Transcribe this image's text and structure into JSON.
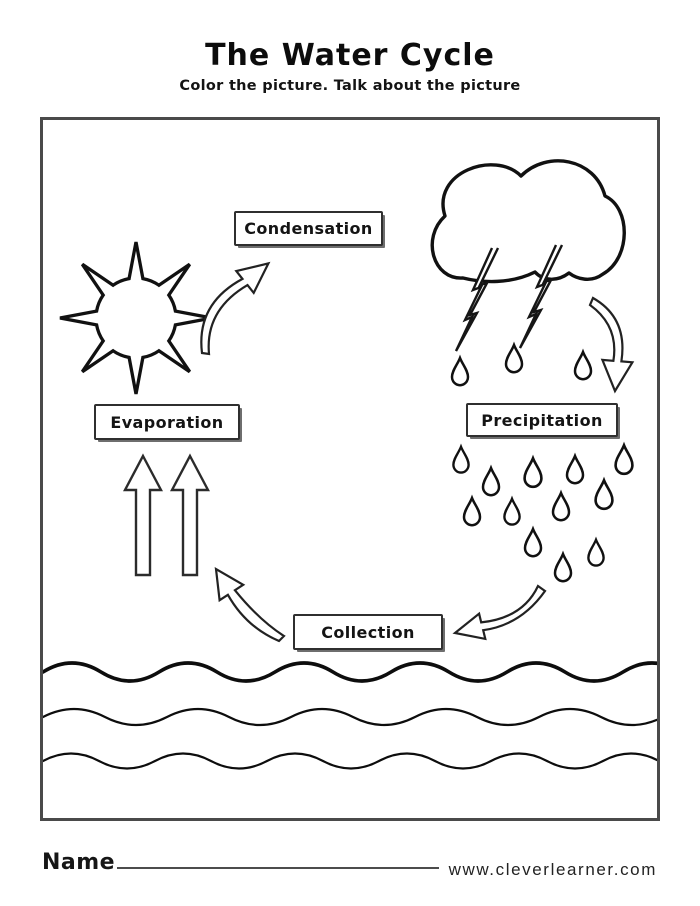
{
  "page": {
    "title": "The Water Cycle",
    "subtitle": "Color the picture. Talk about the picture"
  },
  "diagram": {
    "labels": {
      "condensation": "Condensation",
      "evaporation": "Evaporation",
      "precipitation": "Precipitation",
      "collection": "Collection"
    },
    "cycle_order": [
      "Evaporation",
      "Condensation",
      "Precipitation",
      "Collection"
    ],
    "icons": [
      "sun-icon",
      "cloud-icon",
      "lightning-icon",
      "raindrop-icon",
      "water-wave-lines",
      "curved-arrow-sun-to-condensation",
      "curved-arrow-cloud-to-precipitation",
      "curved-arrow-rain-to-collection",
      "curved-arrow-collection-to-evaporation",
      "up-block-arrows-evaporation"
    ]
  },
  "footer": {
    "name_label": "Name",
    "website": "www.cleverlearner.com"
  },
  "colors": {
    "ink": "#111111",
    "frame_border": "#4a4a4a",
    "background": "#ffffff"
  }
}
